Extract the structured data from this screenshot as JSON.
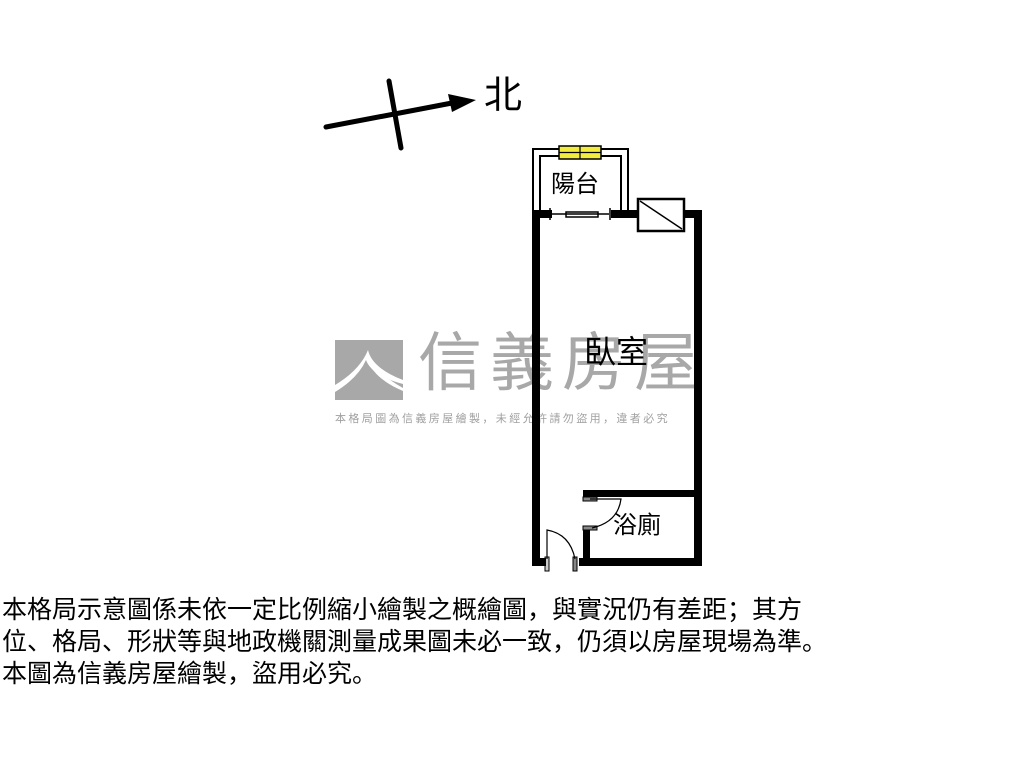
{
  "compass": {
    "direction_label": "北",
    "icon": "north-arrow-icon"
  },
  "floor_plan": {
    "rooms": [
      {
        "id": "balcony",
        "label": "陽台"
      },
      {
        "id": "bedroom",
        "label": "臥室"
      },
      {
        "id": "bathroom",
        "label": "浴廁"
      }
    ],
    "colors": {
      "wall": "#000000",
      "window_fill": "#f2ec3c",
      "watermark": "#a8a8a8"
    }
  },
  "watermark": {
    "brand": "信義房屋",
    "notice": "本格局圖為信義房屋繪製，未經允許請勿盜用，違者必究"
  },
  "disclaimer": {
    "lines": [
      "本格局示意圖係未依一定比例縮小繪製之概繪圖，與實況仍有差距；其方",
      "位、格局、形狀等與地政機關測量成果圖未必一致，仍須以房屋現場為準。",
      "本圖為信義房屋繪製，盜用必究。"
    ]
  }
}
